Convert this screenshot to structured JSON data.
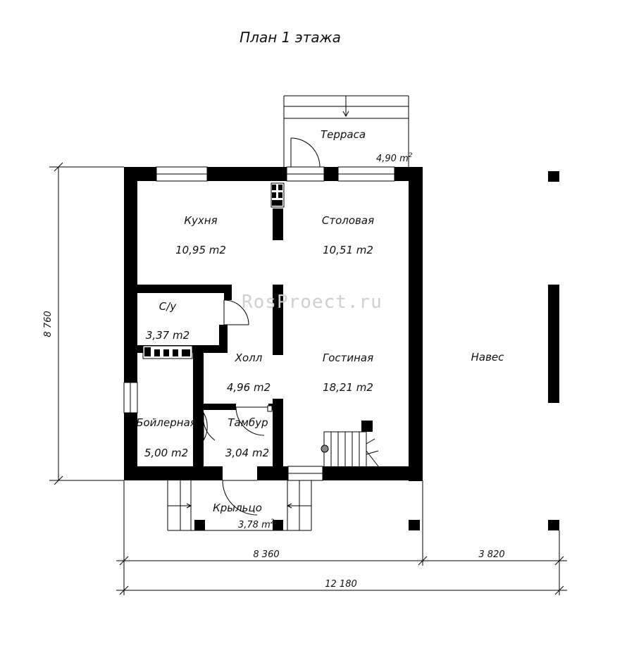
{
  "title": "План 1 этажа",
  "watermark": "RosProect.ru",
  "rooms": {
    "kitchen": {
      "name": "Кухня",
      "area": "10,95 m2"
    },
    "dining": {
      "name": "Столовая",
      "area": "10,51 m2"
    },
    "bathroom": {
      "name": "С/у",
      "area": "3,37 m2"
    },
    "hall": {
      "name": "Холл",
      "area": "4,96 m2"
    },
    "living": {
      "name": "Гостиная",
      "area": "18,21 m2"
    },
    "boiler": {
      "name": "Бойлерная",
      "area": "5,00 m2"
    },
    "vestibule": {
      "name": "Тамбур",
      "area": "3,04 m2"
    },
    "terrace": {
      "name": "Терраса",
      "area": "4,90 m",
      "area_sup": "2"
    },
    "porch": {
      "name": "Крыльцо",
      "area": "3,78 m",
      "area_sup": "2"
    },
    "canopy": {
      "name": "Навес"
    }
  },
  "dimensions": {
    "height": "8 760",
    "width_house": "8 360",
    "width_canopy": "3 820",
    "width_total": "12 180"
  }
}
